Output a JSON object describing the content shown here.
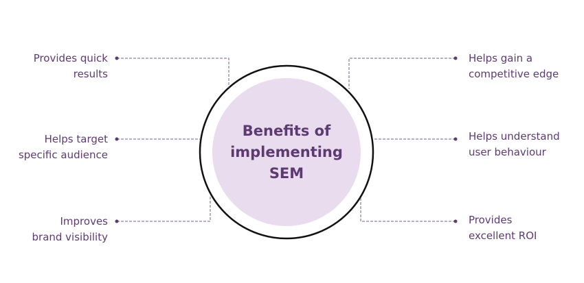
{
  "center": {
    "title_line1": "Benefits of",
    "title_line2": "implementing",
    "title_line3": "SEM"
  },
  "benefits": {
    "left_top": {
      "line1": "Provides quick",
      "line2": "results"
    },
    "left_mid": {
      "line1": "Helps target",
      "line2": "specific audience"
    },
    "left_bottom": {
      "line1": "Improves",
      "line2": "brand visibility"
    },
    "right_top": {
      "line1": "Helps gain a",
      "line2": "competitive edge"
    },
    "right_mid": {
      "line1": "Helps understand",
      "line2": "user behaviour"
    },
    "right_bottom": {
      "line1": "Provides",
      "line2": "excellent ROI"
    }
  },
  "colors": {
    "text": "#5e3a72",
    "connector": "#7a5a8c",
    "inner_circle": "#eadcef",
    "outer_ring": "#111111"
  }
}
